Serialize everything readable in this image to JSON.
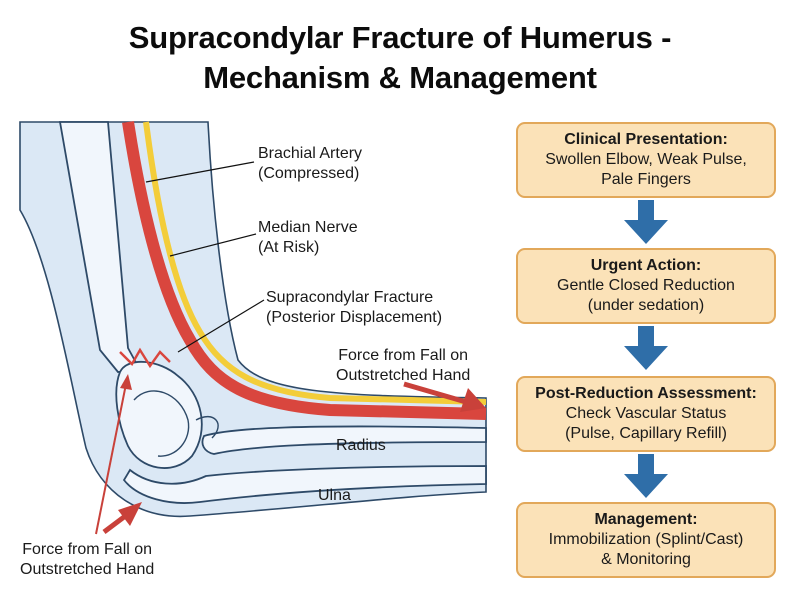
{
  "title": {
    "line1": "Supracondylar Fracture of Humerus -",
    "line2": "Mechanism & Management"
  },
  "labels": {
    "brachial_artery": {
      "line1": "Brachial Artery",
      "line2": "(Compressed)"
    },
    "median_nerve": {
      "line1": "Median Nerve",
      "line2": "(At Risk)"
    },
    "fracture": {
      "line1": "Supracondylar Fracture",
      "line2": "(Posterior Displacement)"
    },
    "force_right": {
      "line1": "Force from Fall on",
      "line2": "Outstretched Hand"
    },
    "radius": "Radius",
    "ulna": "Ulna",
    "force_left": {
      "line1": "Force from Fall on",
      "line2": "Outstretched Hand"
    }
  },
  "flow": [
    {
      "heading": "Clinical Presentation:",
      "line1": "Swollen Elbow, Weak Pulse,",
      "line2": "Pale Fingers"
    },
    {
      "heading": "Urgent Action:",
      "line1": "Gentle Closed Reduction",
      "line2": "(under sedation)"
    },
    {
      "heading": "Post-Reduction Assessment:",
      "line1": "Check Vascular Status",
      "line2": "(Pulse, Capillary Refill)"
    },
    {
      "heading": "Management:",
      "line1": "Immobilization (Splint/Cast)",
      "line2": "& Monitoring"
    }
  ],
  "colors": {
    "skin": "#dbe8f5",
    "outline": "#2e4a68",
    "artery": "#d9463e",
    "nerve": "#f3cd3a",
    "force_arrow": "#c9413a",
    "flow_box": "#fbe2b8",
    "flow_border": "#e2a85a",
    "flow_arrow": "#2f6ea8"
  }
}
